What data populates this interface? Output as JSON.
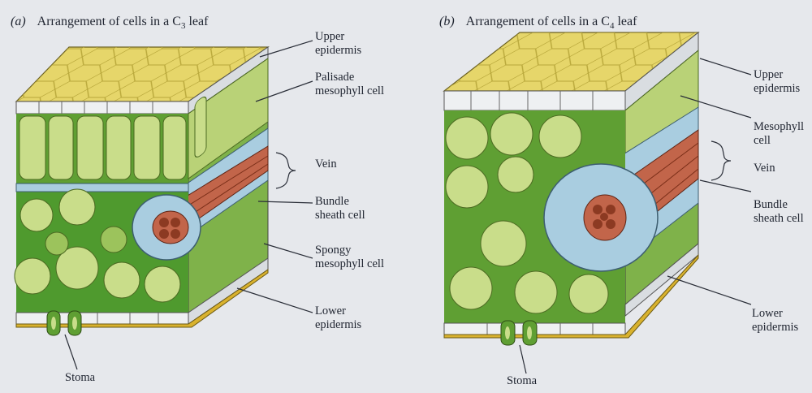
{
  "panel_a": {
    "letter": "(a)",
    "title_text": "Arrangement of cells in a C",
    "title_sub": "3",
    "title_end": " leaf",
    "labels": {
      "upper_epidermis": [
        "Upper",
        "epidermis"
      ],
      "palisade": [
        "Palisade",
        "mesophyll cell"
      ],
      "vein": "Vein",
      "bundle_sheath": [
        "Bundle",
        "sheath cell"
      ],
      "spongy": [
        "Spongy",
        "mesophyll cell"
      ],
      "lower_epidermis": [
        "Lower",
        "epidermis"
      ],
      "stoma": "Stoma"
    }
  },
  "panel_b": {
    "letter": "(b)",
    "title_text": "Arrangement of cells in a C",
    "title_sub": "4",
    "title_end": " leaf",
    "labels": {
      "upper_epidermis": [
        "Upper",
        "epidermis"
      ],
      "mesophyll": [
        "Mesophyll",
        "cell"
      ],
      "vein": "Vein",
      "bundle_sheath": [
        "Bundle",
        "sheath cell"
      ],
      "lower_epidermis": [
        "Lower",
        "epidermis"
      ],
      "stoma": "Stoma"
    }
  },
  "colors": {
    "background": "#e6e8ec",
    "top_surface": "#e6d66a",
    "epidermis": "#eef0f2",
    "mesophyll": "#c9dd8a",
    "spongy_dark": "#4f9a2e",
    "bundle_sheath": "#a9cde0",
    "vein": "#c2654a",
    "leader_line": "#2a2e38"
  }
}
